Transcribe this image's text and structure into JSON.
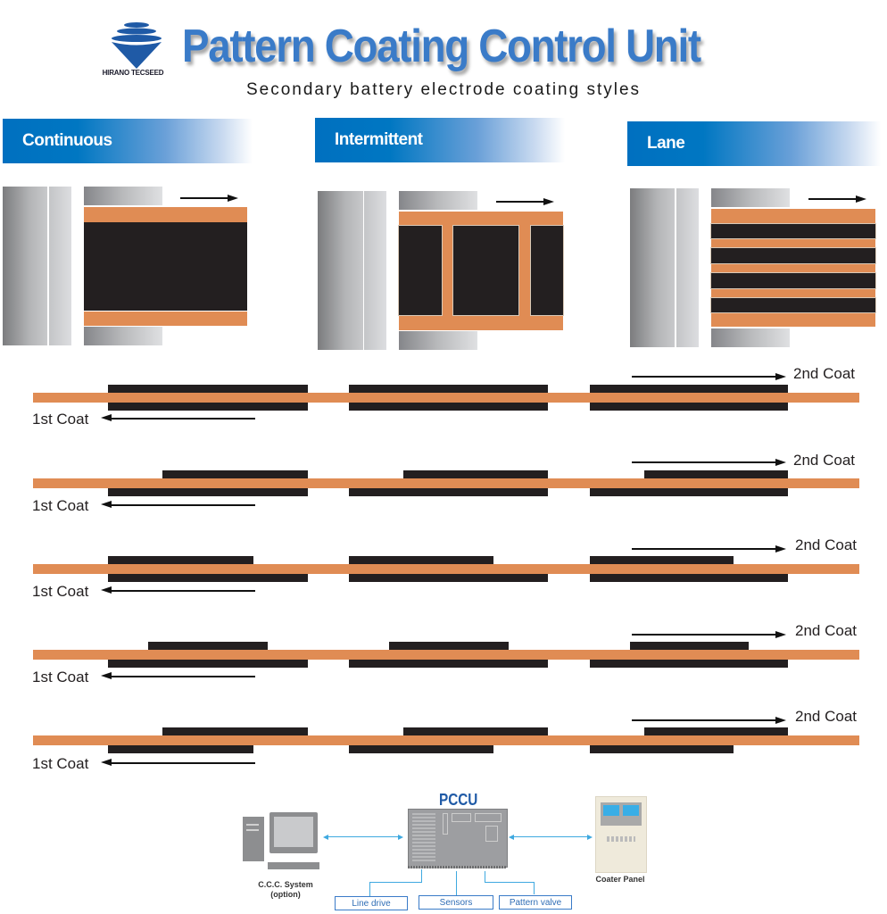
{
  "header": {
    "brand": "HIRANO TECSEED",
    "title": "Pattern Coating Control Unit",
    "subtitle": "Secondary battery electrode coating styles"
  },
  "sections": [
    {
      "label": "Continuous"
    },
    {
      "label": "Intermittent"
    },
    {
      "label": "Lane"
    }
  ],
  "coat_rows": [
    {
      "first_label": "1st Coat",
      "second_label": "2nd Coat"
    },
    {
      "first_label": "1st Coat",
      "second_label": "2nd Coat"
    },
    {
      "first_label": "1st Coat",
      "second_label": "2nd Coat"
    },
    {
      "first_label": "1st Coat",
      "second_label": "2nd Coat"
    },
    {
      "first_label": "1st Coat",
      "second_label": "2nd Coat"
    }
  ],
  "system": {
    "pccu_title": "PCCU",
    "ccc_label_1": "C.C.C. System",
    "ccc_label_2": "(option)",
    "coater_panel_label": "Coater Panel",
    "io_boxes": [
      "Line drive",
      "Sensors",
      "Pattern valve"
    ]
  },
  "colors": {
    "title_blue": "#3a7bc8",
    "band_blue": "#0070c0",
    "foil_orange": "#e08c54",
    "coating_black": "#231f20",
    "link_blue": "#3fa9e0"
  }
}
